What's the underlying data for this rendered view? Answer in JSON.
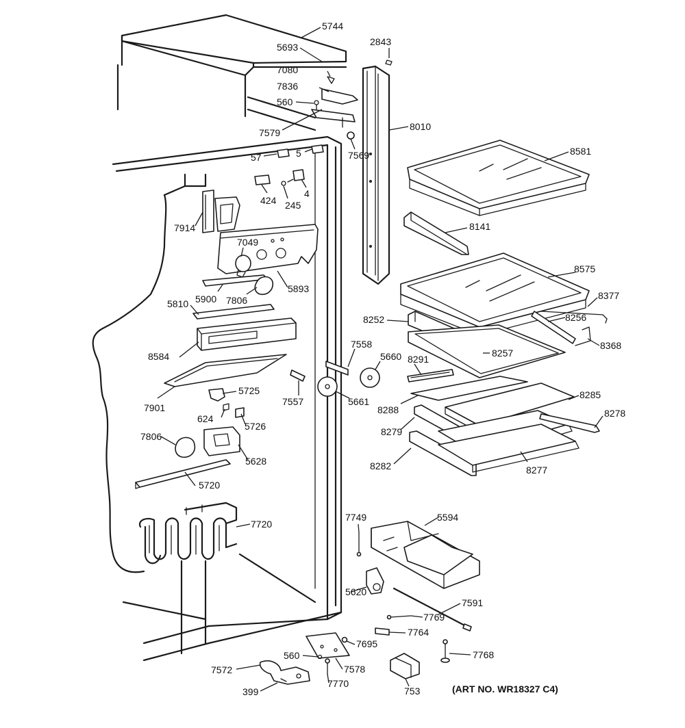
{
  "diagram": {
    "art_number": "(ART NO. WR18327 C4)",
    "labels": [
      {
        "id": "5744",
        "text": "5744"
      },
      {
        "id": "5693",
        "text": "5693"
      },
      {
        "id": "2843",
        "text": "2843"
      },
      {
        "id": "7080",
        "text": "7080"
      },
      {
        "id": "7836",
        "text": "7836"
      },
      {
        "id": "560a",
        "text": "560"
      },
      {
        "id": "7579",
        "text": "7579"
      },
      {
        "id": "8010",
        "text": "8010"
      },
      {
        "id": "7569",
        "text": "7569"
      },
      {
        "id": "57",
        "text": "57"
      },
      {
        "id": "5",
        "text": "5"
      },
      {
        "id": "8581",
        "text": "8581"
      },
      {
        "id": "424",
        "text": "424"
      },
      {
        "id": "245",
        "text": "245"
      },
      {
        "id": "4",
        "text": "4"
      },
      {
        "id": "7914",
        "text": "7914"
      },
      {
        "id": "8141",
        "text": "8141"
      },
      {
        "id": "7049",
        "text": "7049"
      },
      {
        "id": "8575",
        "text": "8575"
      },
      {
        "id": "5893",
        "text": "5893"
      },
      {
        "id": "5900",
        "text": "5900"
      },
      {
        "id": "7806a",
        "text": "7806"
      },
      {
        "id": "8377",
        "text": "8377"
      },
      {
        "id": "5810",
        "text": "5810"
      },
      {
        "id": "8256",
        "text": "8256"
      },
      {
        "id": "8252",
        "text": "8252"
      },
      {
        "id": "8368",
        "text": "8368"
      },
      {
        "id": "8584",
        "text": "8584"
      },
      {
        "id": "7558",
        "text": "7558"
      },
      {
        "id": "8257",
        "text": "8257"
      },
      {
        "id": "5660",
        "text": "5660"
      },
      {
        "id": "8291",
        "text": "8291"
      },
      {
        "id": "5725",
        "text": "5725"
      },
      {
        "id": "7901",
        "text": "7901"
      },
      {
        "id": "7557",
        "text": "7557"
      },
      {
        "id": "5661",
        "text": "5661"
      },
      {
        "id": "8285",
        "text": "8285"
      },
      {
        "id": "8288",
        "text": "8288"
      },
      {
        "id": "8278",
        "text": "8278"
      },
      {
        "id": "624",
        "text": "624"
      },
      {
        "id": "5726",
        "text": "5726"
      },
      {
        "id": "8279",
        "text": "8279"
      },
      {
        "id": "7806b",
        "text": "7806"
      },
      {
        "id": "5628",
        "text": "5628"
      },
      {
        "id": "8282",
        "text": "8282"
      },
      {
        "id": "8277",
        "text": "8277"
      },
      {
        "id": "5720",
        "text": "5720"
      },
      {
        "id": "7749",
        "text": "7749"
      },
      {
        "id": "5594",
        "text": "5594"
      },
      {
        "id": "7720",
        "text": "7720"
      },
      {
        "id": "5620",
        "text": "5620"
      },
      {
        "id": "7591",
        "text": "7591"
      },
      {
        "id": "7769",
        "text": "7769"
      },
      {
        "id": "7764",
        "text": "7764"
      },
      {
        "id": "7695",
        "text": "7695"
      },
      {
        "id": "560b",
        "text": "560"
      },
      {
        "id": "7768",
        "text": "7768"
      },
      {
        "id": "7572",
        "text": "7572"
      },
      {
        "id": "7578",
        "text": "7578"
      },
      {
        "id": "7770",
        "text": "7770"
      },
      {
        "id": "399",
        "text": "399"
      },
      {
        "id": "753",
        "text": "753"
      }
    ]
  }
}
